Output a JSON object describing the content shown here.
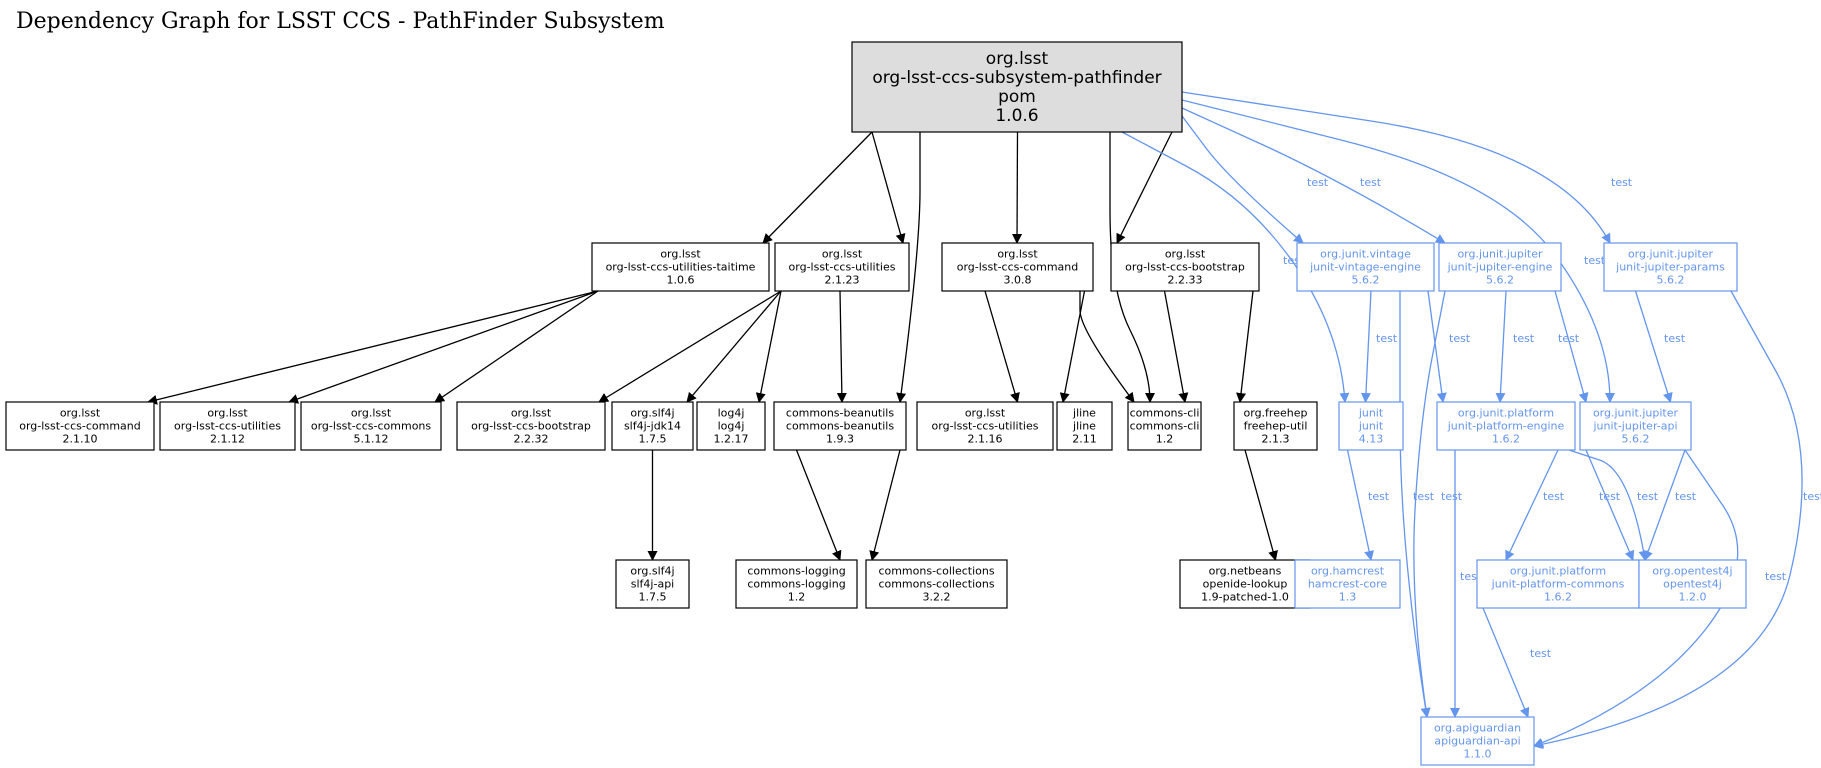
{
  "title": "Dependency Graph for LSST CCS - PathFinder Subsystem",
  "colors": {
    "compile": "#000000",
    "test": "#6495ed",
    "root_fill": "#dddddd",
    "node_fill": "#ffffff"
  },
  "nodes": [
    {
      "id": "root",
      "scope": "root",
      "lines": [
        "org.lsst",
        "org-lsst-ccs-subsystem-pathfinder",
        "pom",
        "1.0.6"
      ]
    },
    {
      "id": "taitime",
      "scope": "compile",
      "lines": [
        "org.lsst",
        "org-lsst-ccs-utilities-taitime",
        "1.0.6"
      ]
    },
    {
      "id": "utilities2123",
      "scope": "compile",
      "lines": [
        "org.lsst",
        "org-lsst-ccs-utilities",
        "2.1.23"
      ]
    },
    {
      "id": "command308",
      "scope": "compile",
      "lines": [
        "org.lsst",
        "org-lsst-ccs-command",
        "3.0.8"
      ]
    },
    {
      "id": "bootstrap2233",
      "scope": "compile",
      "lines": [
        "org.lsst",
        "org-lsst-ccs-bootstrap",
        "2.2.33"
      ]
    },
    {
      "id": "vintage",
      "scope": "test",
      "lines": [
        "org.junit.vintage",
        "junit-vintage-engine",
        "5.6.2"
      ]
    },
    {
      "id": "jupiterengine",
      "scope": "test",
      "lines": [
        "org.junit.jupiter",
        "junit-jupiter-engine",
        "5.6.2"
      ]
    },
    {
      "id": "jupiterparams",
      "scope": "test",
      "lines": [
        "org.junit.jupiter",
        "junit-jupiter-params",
        "5.6.2"
      ]
    },
    {
      "id": "command2110",
      "scope": "compile",
      "lines": [
        "org.lsst",
        "org-lsst-ccs-command",
        "2.1.10"
      ]
    },
    {
      "id": "utilities2112",
      "scope": "compile",
      "lines": [
        "org.lsst",
        "org-lsst-ccs-utilities",
        "2.1.12"
      ]
    },
    {
      "id": "commons5112",
      "scope": "compile",
      "lines": [
        "org.lsst",
        "org-lsst-ccs-commons",
        "5.1.12"
      ]
    },
    {
      "id": "bootstrap2232",
      "scope": "compile",
      "lines": [
        "org.lsst",
        "org-lsst-ccs-bootstrap",
        "2.2.32"
      ]
    },
    {
      "id": "slf4jjdk",
      "scope": "compile",
      "lines": [
        "org.slf4j",
        "slf4j-jdk14",
        "1.7.5"
      ]
    },
    {
      "id": "log4j",
      "scope": "compile",
      "lines": [
        "log4j",
        "log4j",
        "1.2.17"
      ]
    },
    {
      "id": "beanutils",
      "scope": "compile",
      "lines": [
        "commons-beanutils",
        "commons-beanutils",
        "1.9.3"
      ]
    },
    {
      "id": "utilities2116",
      "scope": "compile",
      "lines": [
        "org.lsst",
        "org-lsst-ccs-utilities",
        "2.1.16"
      ]
    },
    {
      "id": "jline",
      "scope": "compile",
      "lines": [
        "jline",
        "jline",
        "2.11"
      ]
    },
    {
      "id": "commonscli",
      "scope": "compile",
      "lines": [
        "commons-cli",
        "commons-cli",
        "1.2"
      ]
    },
    {
      "id": "freehep",
      "scope": "compile",
      "lines": [
        "org.freehep",
        "freehep-util",
        "2.1.3"
      ]
    },
    {
      "id": "junit",
      "scope": "test",
      "lines": [
        "junit",
        "junit",
        "4.13"
      ]
    },
    {
      "id": "platformengine",
      "scope": "test",
      "lines": [
        "org.junit.platform",
        "junit-platform-engine",
        "1.6.2"
      ]
    },
    {
      "id": "jupiterapi",
      "scope": "test",
      "lines": [
        "org.junit.jupiter",
        "junit-jupiter-api",
        "5.6.2"
      ]
    },
    {
      "id": "slf4japi",
      "scope": "compile",
      "lines": [
        "org.slf4j",
        "slf4j-api",
        "1.7.5"
      ]
    },
    {
      "id": "logging",
      "scope": "compile",
      "lines": [
        "commons-logging",
        "commons-logging",
        "1.2"
      ]
    },
    {
      "id": "collections",
      "scope": "compile",
      "lines": [
        "commons-collections",
        "commons-collections",
        "3.2.2"
      ]
    },
    {
      "id": "openide",
      "scope": "compile",
      "lines": [
        "org.netbeans",
        "openide-lookup",
        "1.9-patched-1.0"
      ]
    },
    {
      "id": "hamcrest",
      "scope": "test",
      "lines": [
        "org.hamcrest",
        "hamcrest-core",
        "1.3"
      ]
    },
    {
      "id": "platformcommons",
      "scope": "test",
      "lines": [
        "org.junit.platform",
        "junit-platform-commons",
        "1.6.2"
      ]
    },
    {
      "id": "opentest4j",
      "scope": "test",
      "lines": [
        "org.opentest4j",
        "opentest4j",
        "1.2.0"
      ]
    },
    {
      "id": "apiguardian",
      "scope": "test",
      "lines": [
        "org.apiguardian",
        "apiguardian-api",
        "1.1.0"
      ]
    }
  ],
  "edges": [
    {
      "from": "root",
      "to": "taitime",
      "scope": "compile",
      "label": ""
    },
    {
      "from": "root",
      "to": "utilities2123",
      "scope": "compile",
      "label": ""
    },
    {
      "from": "root",
      "to": "beanutils",
      "scope": "compile",
      "label": ""
    },
    {
      "from": "root",
      "to": "command308",
      "scope": "compile",
      "label": ""
    },
    {
      "from": "root",
      "to": "commonscli",
      "scope": "compile",
      "label": ""
    },
    {
      "from": "root",
      "to": "bootstrap2233",
      "scope": "compile",
      "label": ""
    },
    {
      "from": "root",
      "to": "junit",
      "scope": "test",
      "label": "test"
    },
    {
      "from": "root",
      "to": "vintage",
      "scope": "test",
      "label": "test"
    },
    {
      "from": "root",
      "to": "jupiterengine",
      "scope": "test",
      "label": "test"
    },
    {
      "from": "root",
      "to": "jupiterapi",
      "scope": "test",
      "label": "test"
    },
    {
      "from": "root",
      "to": "jupiterparams",
      "scope": "test",
      "label": "test"
    },
    {
      "from": "taitime",
      "to": "command2110",
      "scope": "compile",
      "label": ""
    },
    {
      "from": "taitime",
      "to": "utilities2112",
      "scope": "compile",
      "label": ""
    },
    {
      "from": "taitime",
      "to": "commons5112",
      "scope": "compile",
      "label": ""
    },
    {
      "from": "utilities2123",
      "to": "bootstrap2232",
      "scope": "compile",
      "label": ""
    },
    {
      "from": "utilities2123",
      "to": "slf4jjdk",
      "scope": "compile",
      "label": ""
    },
    {
      "from": "utilities2123",
      "to": "log4j",
      "scope": "compile",
      "label": ""
    },
    {
      "from": "utilities2123",
      "to": "beanutils",
      "scope": "compile",
      "label": ""
    },
    {
      "from": "command308",
      "to": "utilities2116",
      "scope": "compile",
      "label": ""
    },
    {
      "from": "command308",
      "to": "jline",
      "scope": "compile",
      "label": ""
    },
    {
      "from": "command308",
      "to": "commonscli",
      "scope": "compile",
      "label": ""
    },
    {
      "from": "bootstrap2233",
      "to": "commonscli",
      "scope": "compile",
      "label": ""
    },
    {
      "from": "bootstrap2233",
      "to": "freehep",
      "scope": "compile",
      "label": ""
    },
    {
      "from": "slf4jjdk",
      "to": "slf4japi",
      "scope": "compile",
      "label": ""
    },
    {
      "from": "beanutils",
      "to": "logging",
      "scope": "compile",
      "label": ""
    },
    {
      "from": "beanutils",
      "to": "collections",
      "scope": "compile",
      "label": ""
    },
    {
      "from": "freehep",
      "to": "openide",
      "scope": "compile",
      "label": ""
    },
    {
      "from": "vintage",
      "to": "junit",
      "scope": "test",
      "label": "test"
    },
    {
      "from": "vintage",
      "to": "platformengine",
      "scope": "test",
      "label": "test"
    },
    {
      "from": "vintage",
      "to": "apiguardian",
      "scope": "test",
      "label": "test"
    },
    {
      "from": "jupiterengine",
      "to": "platformengine",
      "scope": "test",
      "label": "test"
    },
    {
      "from": "jupiterengine",
      "to": "jupiterapi",
      "scope": "test",
      "label": "test"
    },
    {
      "from": "jupiterengine",
      "to": "apiguardian",
      "scope": "test",
      "label": "test"
    },
    {
      "from": "jupiterparams",
      "to": "jupiterapi",
      "scope": "test",
      "label": "test"
    },
    {
      "from": "jupiterparams",
      "to": "apiguardian",
      "scope": "test",
      "label": "test"
    },
    {
      "from": "junit",
      "to": "hamcrest",
      "scope": "test",
      "label": "test"
    },
    {
      "from": "platformengine",
      "to": "platformcommons",
      "scope": "test",
      "label": "test"
    },
    {
      "from": "platformengine",
      "to": "opentest4j",
      "scope": "test",
      "label": "test"
    },
    {
      "from": "platformengine",
      "to": "apiguardian",
      "scope": "test",
      "label": "test"
    },
    {
      "from": "jupiterapi",
      "to": "platformcommons",
      "scope": "test",
      "label": "test"
    },
    {
      "from": "jupiterapi",
      "to": "opentest4j",
      "scope": "test",
      "label": "test"
    },
    {
      "from": "jupiterapi",
      "to": "apiguardian",
      "scope": "test",
      "label": "test"
    },
    {
      "from": "platformcommons",
      "to": "apiguardian",
      "scope": "test",
      "label": "test"
    }
  ]
}
